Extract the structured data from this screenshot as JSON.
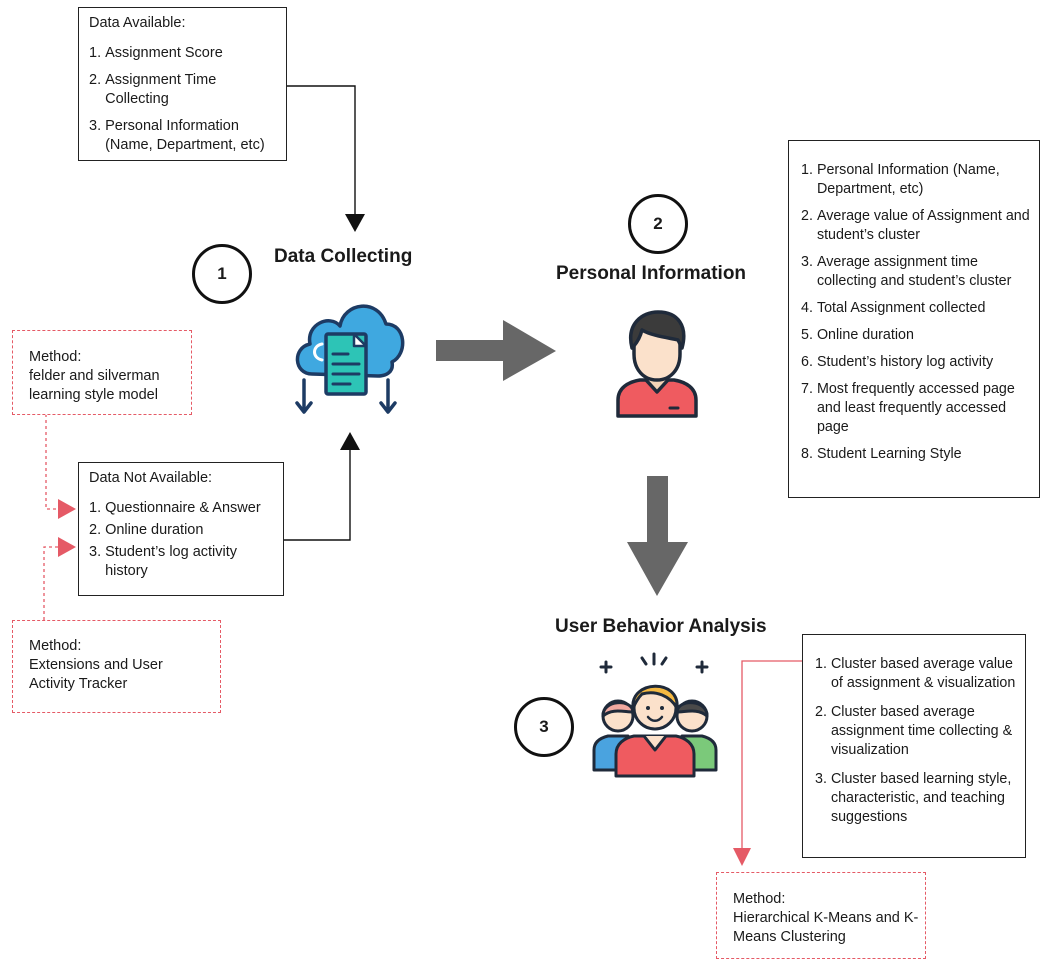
{
  "data_collecting": {
    "step": "1",
    "title": "Data Collecting",
    "available": {
      "heading": "Data Available:",
      "items": [
        {
          "num": "1.",
          "text": "Assignment Score"
        },
        {
          "num": "2.",
          "text": "Assignment Time Collecting"
        },
        {
          "num": "3.",
          "text": "Personal Information (Name, Department, etc)"
        }
      ]
    },
    "not_available": {
      "heading": "Data Not Available:",
      "items": [
        {
          "num": "1.",
          "text": "Questionnaire & Answer"
        },
        {
          "num": "2.",
          "text": "Online duration"
        },
        {
          "num": "3.",
          "text": "Student’s log activity history"
        }
      ]
    },
    "method_1": {
      "label": "Method:",
      "text": "felder and silverman learning style model"
    },
    "method_2": {
      "label": "Method:",
      "text": "Extensions and User Activity Tracker"
    }
  },
  "personal_information": {
    "step": "2",
    "title": "Personal Information",
    "items": [
      {
        "num": "1.",
        "text": "Personal Information (Name, Department, etc)"
      },
      {
        "num": "2.",
        "text": "Average value of Assignment and student’s cluster"
      },
      {
        "num": "3.",
        "text": "Average assignment time collecting and student’s cluster"
      },
      {
        "num": "4.",
        "text": "Total Assignment collected"
      },
      {
        "num": "5.",
        "text": "Online duration"
      },
      {
        "num": "6.",
        "text": "Student’s history log activity"
      },
      {
        "num": "7.",
        "text": "Most frequently accessed page and least frequently accessed page"
      },
      {
        "num": "8.",
        "text": "Student Learning Style"
      }
    ]
  },
  "user_behavior": {
    "step": "3",
    "title": "User Behavior Analysis",
    "items": [
      {
        "num": "1.",
        "text": "Cluster based average value of assignment & visualization"
      },
      {
        "num": "2.",
        "text": "Cluster based average assignment time collecting & visualization"
      },
      {
        "num": "3.",
        "text": "Cluster based learning style, characteristic, and teaching suggestions"
      }
    ],
    "method": {
      "label": "Method:",
      "text": "Hierarchical K-Means and K-Means Clustering"
    }
  },
  "colors": {
    "accent_red": "#e55a66",
    "arrow_gray": "#676767",
    "cloud_blue": "#3fa8e0",
    "doc_teal": "#2dc4b6",
    "navy": "#1d3b64"
  },
  "icons": [
    "cloud-upload-icon",
    "user-avatar-icon",
    "user-group-icon"
  ]
}
